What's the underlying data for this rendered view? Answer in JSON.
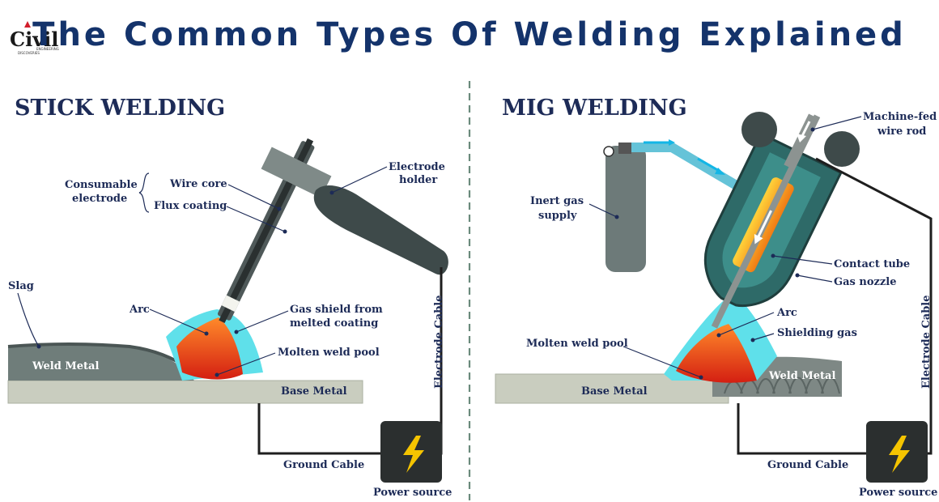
{
  "header": {
    "title": "The Common Types Of Welding Explained",
    "logo_text": "Civil",
    "logo_sub1": "ENGINEERING",
    "logo_sub2": "DISCOVERIES"
  },
  "stick": {
    "heading": "STICK WELDING",
    "labels": {
      "consumable_electrode_1": "Consumable",
      "consumable_electrode_2": "electrode",
      "wire_core": "Wire core",
      "flux_coating": "Flux coating",
      "electrode_holder_1": "Electrode",
      "electrode_holder_2": "holder",
      "slag": "Slag",
      "arc": "Arc",
      "gas_shield_1": "Gas shield from",
      "gas_shield_2": "melted coating",
      "molten_weld_pool": "Molten weld pool",
      "weld_metal": "Weld Metal",
      "base_metal": "Base Metal",
      "electrode_cable": "Electrode Cable",
      "ground_cable": "Ground Cable",
      "power_source": "Power source"
    }
  },
  "mig": {
    "heading": "MIG WELDING",
    "labels": {
      "machine_fed_1": "Machine-fed",
      "machine_fed_2": "wire rod",
      "inert_gas_1": "Inert gas",
      "inert_gas_2": "supply",
      "contact_tube": "Contact tube",
      "gas_nozzle": "Gas nozzle",
      "arc": "Arc",
      "shielding_gas": "Shielding gas",
      "molten_weld_pool": "Molten weld pool",
      "weld_metal": "Weld Metal",
      "base_metal": "Base Metal",
      "electrode_cable": "Electrode Cable",
      "ground_cable": "Ground Cable",
      "power_source": "Power source"
    }
  },
  "colors": {
    "title": "#14336b",
    "label": "#1d2b57",
    "metal": "#6f7d7a",
    "base_metal": "#c9cdbf",
    "shield_gas": "#5fe0ea",
    "weld_pool": "#e8361c",
    "holder": "#3e4a4a",
    "nozzle": "#2e6a68",
    "bolt": "#f5c400"
  }
}
